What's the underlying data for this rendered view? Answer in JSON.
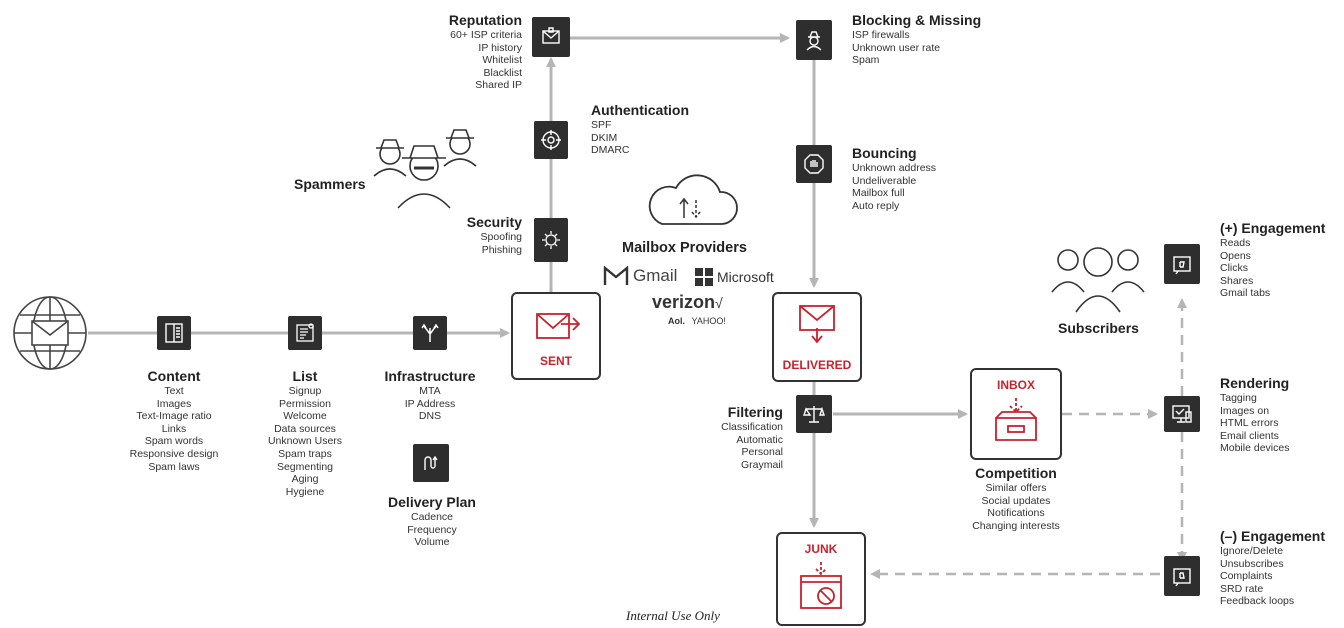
{
  "content": {
    "title": "Content",
    "items": [
      "Text",
      "Images",
      "Text-Image ratio",
      "Links",
      "Spam words",
      "Responsive design",
      "Spam laws"
    ]
  },
  "list": {
    "title": "List",
    "items": [
      "Signup",
      "Permission",
      "Welcome",
      "Data sources",
      "Unknown Users",
      "Spam traps",
      "Segmenting",
      "Aging",
      "Hygiene"
    ]
  },
  "infrastructure": {
    "title": "Infrastructure",
    "items": [
      "MTA",
      "IP Address",
      "DNS"
    ]
  },
  "delivery_plan": {
    "title": "Delivery Plan",
    "items": [
      "Cadence",
      "Frequency",
      "Volume"
    ]
  },
  "sent": {
    "label": "SENT"
  },
  "security": {
    "title": "Security",
    "items": [
      "Spoofing",
      "Phishing"
    ]
  },
  "spammers": {
    "title": "Spammers"
  },
  "authentication": {
    "title": "Authentication",
    "items": [
      "SPF",
      "DKIM",
      "DMARC"
    ]
  },
  "reputation": {
    "title": "Reputation",
    "items": [
      "60+ ISP criteria",
      "IP history",
      "Whitelist",
      "Blacklist",
      "Shared IP"
    ]
  },
  "mailbox_providers": {
    "title": "Mailbox Providers",
    "gmail": "Gmail",
    "microsoft": "Microsoft",
    "verizon": "verizon",
    "aol": "Aol.",
    "yahoo": "YAHOO!"
  },
  "blocking": {
    "title": "Blocking & Missing",
    "items": [
      "ISP firewalls",
      "Unknown user rate",
      "Spam"
    ]
  },
  "bouncing": {
    "title": "Bouncing",
    "items": [
      "Unknown address",
      "Undeliverable",
      "Mailbox full",
      "Auto reply"
    ]
  },
  "delivered": {
    "label": "DELIVERED"
  },
  "filtering": {
    "title": "Filtering",
    "items": [
      "Classification",
      "Automatic",
      "Personal",
      "Graymail"
    ]
  },
  "inbox": {
    "label": "INBOX"
  },
  "competition": {
    "title": "Competition",
    "items": [
      "Similar offers",
      "Social updates",
      "Notifications",
      "Changing interests"
    ]
  },
  "junk": {
    "label": "JUNK"
  },
  "subscribers": {
    "title": "Subscribers"
  },
  "engagement_pos": {
    "title": "(+) Engagement",
    "items": [
      "Reads",
      "Opens",
      "Clicks",
      "Shares",
      "Gmail tabs"
    ]
  },
  "rendering": {
    "title": "Rendering",
    "items": [
      "Tagging",
      "Images on",
      "HTML errors",
      "Email clients",
      "Mobile devices"
    ]
  },
  "engagement_neg": {
    "title": "(–) Engagement",
    "items": [
      "Ignore/Delete",
      "Unsubscribes",
      "Complaints",
      "SRD rate",
      "Feedback loops"
    ]
  },
  "footer": {
    "text": "Internal Use Only"
  },
  "colors": {
    "node": "#2e2e2e",
    "arrow": "#b5b5b5",
    "accent": "#c8232c"
  }
}
